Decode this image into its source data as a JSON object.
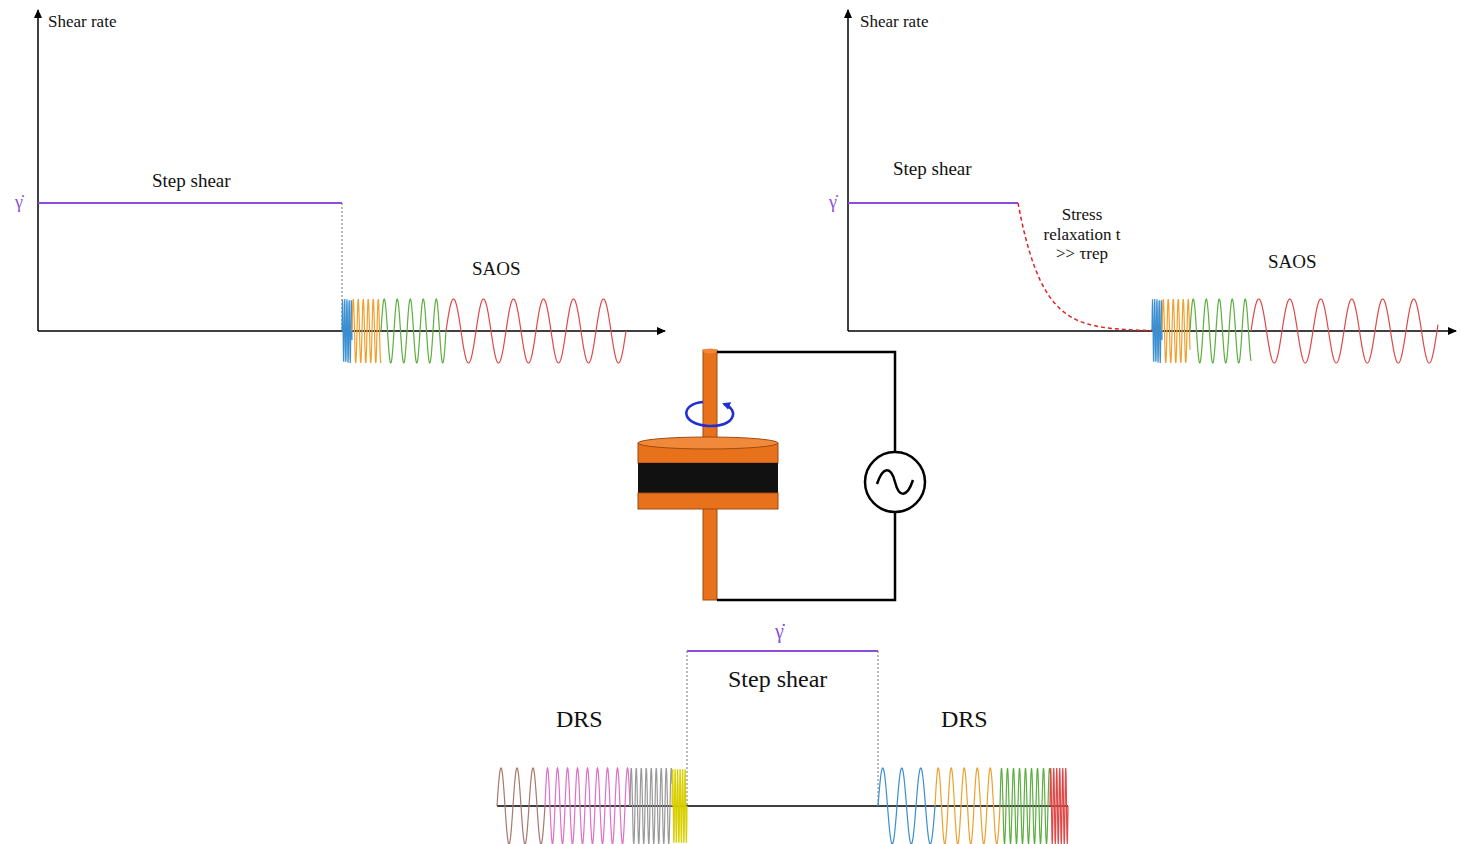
{
  "diagram": {
    "labels": [
      "Shear rate",
      "γ̇",
      "Step shear",
      "SAOS",
      "Shear rate",
      "γ̇",
      "Step shear",
      "Stress relaxation t >> τrep",
      "SAOS",
      "γ̇",
      "Step shear",
      "DRS",
      "DRS"
    ]
  }
}
